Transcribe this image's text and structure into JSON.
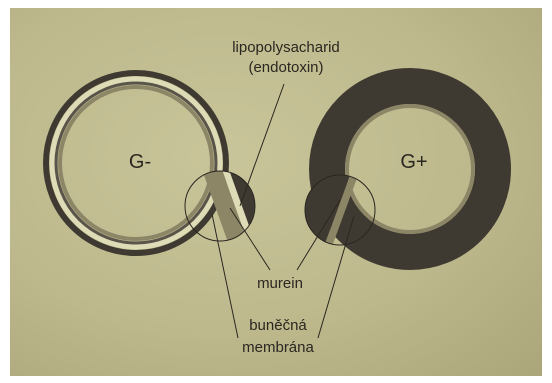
{
  "diagram": {
    "gram_negative_label": "G-",
    "gram_positive_label": "G+",
    "labels": {
      "lps_line1": "lipopolysacharid",
      "lps_line2": "(endotoxin)",
      "murein": "murein",
      "membrane_line1": "buněčná",
      "membrane_line2": "membrána"
    },
    "colors": {
      "paper": "#c2be92",
      "wall_dark": "#3f3a31",
      "inner_band": "#8c8667",
      "highlight": "#dedcb6",
      "line": "#2a2620"
    }
  }
}
